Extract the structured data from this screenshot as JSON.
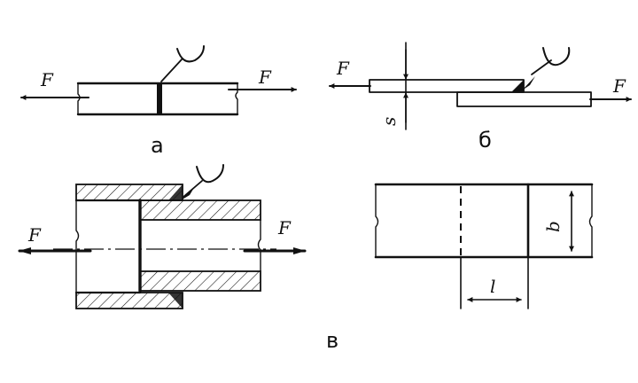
{
  "captions": {
    "a": "а",
    "b": "б",
    "c": "в"
  },
  "force_label": "F",
  "dim_labels": {
    "s": "s",
    "b": "b",
    "l": "l"
  },
  "colors": {
    "ink": "#111111",
    "background": "#ffffff"
  }
}
